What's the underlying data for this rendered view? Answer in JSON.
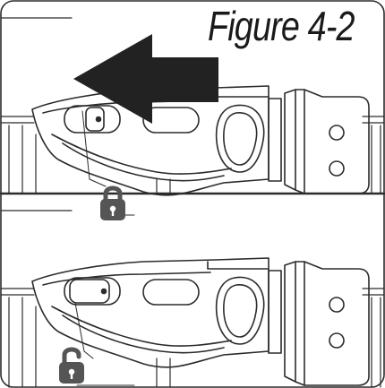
{
  "figure": {
    "label": "Figure 4-2"
  },
  "panels": [
    {
      "name": "top",
      "lock_state": "locked",
      "lock_icon": "padlock-closed-icon",
      "arrow_icon": "arrow-left-icon"
    },
    {
      "name": "bottom",
      "lock_state": "unlocked",
      "lock_icon": "padlock-open-icon"
    }
  ],
  "colors": {
    "line": "#2b2b2b",
    "fill_dark": "#222222",
    "icon": "#555555",
    "background": "#ffffff"
  }
}
